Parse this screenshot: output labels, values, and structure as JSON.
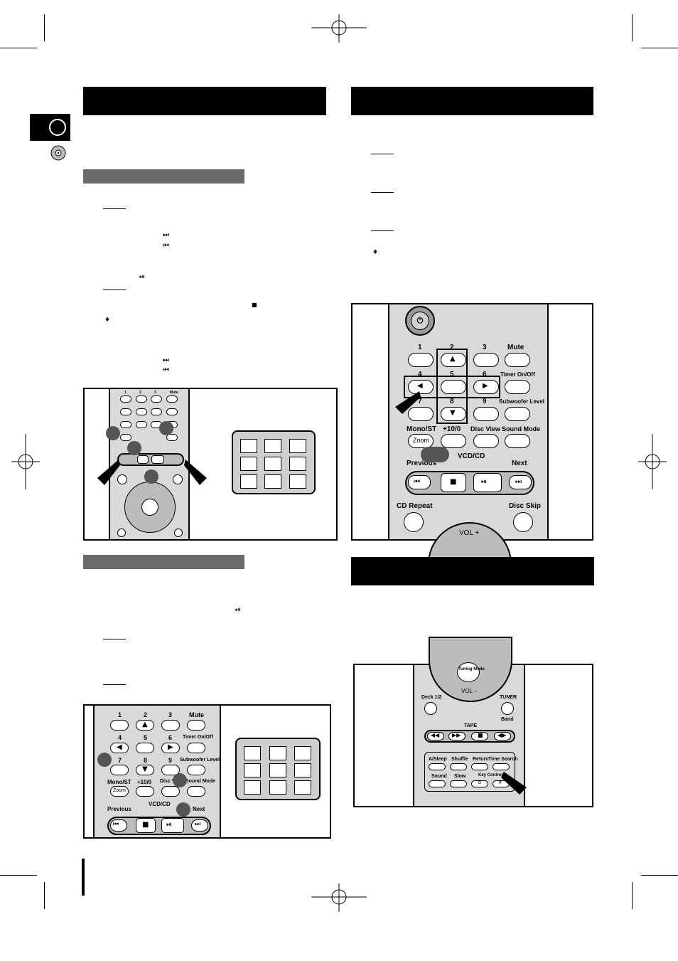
{
  "language_tab": {
    "label": ""
  },
  "left_column": {
    "header_title": "",
    "section1_title": "",
    "section2_title": "",
    "glyphs": {
      "next": "⏭",
      "prev": "⏮",
      "play_pause": "⏯",
      "stop": "■",
      "bullet": "♦"
    }
  },
  "right_column": {
    "header_title": "",
    "header2_title": "",
    "bullet": "♦"
  },
  "remote_labels": {
    "num1": "1",
    "num2": "2",
    "num3": "3",
    "num4": "4",
    "num5": "5",
    "num6": "6",
    "num7": "7",
    "num8": "8",
    "num9": "9",
    "mute": "Mute",
    "timer": "Timer On/Off",
    "subwoofer": "Subwoofer Level",
    "mono": "Mono/ST",
    "plus10": "+10/0",
    "disc_view": "Disc View",
    "sound_mode": "Sound Mode",
    "zoom": "Zoom",
    "vcdcd": "VCD/CD",
    "previous": "Previous",
    "next": "Next",
    "cd_repeat": "CD Repeat",
    "disc_skip": "Disc Skip",
    "vol_plus": "VOL +",
    "vol_minus": "VOL −",
    "tuning_mode": "Tuning Mode",
    "deck": "Deck 1/2",
    "tuner": "TUNER",
    "band": "Band",
    "tape": "TAPE",
    "a_sleep": "A/Sleep",
    "shuffle": "Shuffle",
    "return": "Return",
    "time_search": "Time Search",
    "sound": "Sound",
    "slow": "Slow",
    "key_control": "Key Control",
    "flat": "b",
    "sharp": "#"
  }
}
